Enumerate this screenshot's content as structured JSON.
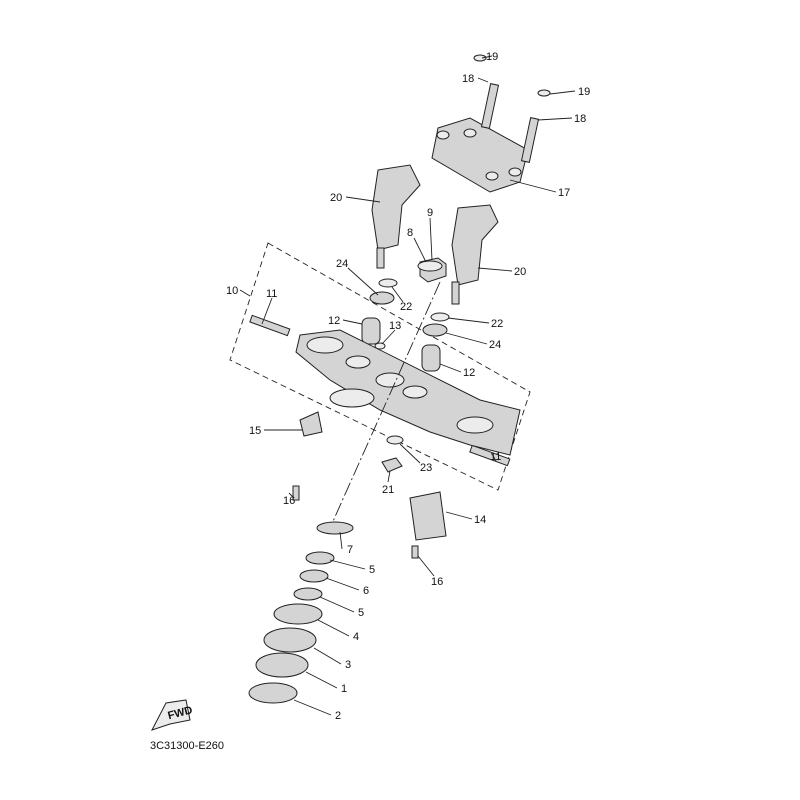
{
  "diagram": {
    "code": "3C31300-E260",
    "fwd_label": "FWD",
    "callouts": {
      "c19a": "19",
      "c18a": "18",
      "c19b": "19",
      "c18b": "18",
      "c17": "17",
      "c20a": "20",
      "c9": "9",
      "c8": "8",
      "c20b": "20",
      "c24a": "24",
      "c22a": "22",
      "c10": "10",
      "c11a": "11",
      "c12a": "12",
      "c13": "13",
      "c22b": "22",
      "c24b": "24",
      "c12b": "12",
      "c15": "15",
      "c11b": "11",
      "c23": "23",
      "c21": "21",
      "c16a": "16",
      "c14": "14",
      "c7": "7",
      "c5a": "5",
      "c6": "6",
      "c5b": "5",
      "c4": "4",
      "c3": "3",
      "c1": "1",
      "c16b": "16",
      "c2": "2"
    }
  }
}
